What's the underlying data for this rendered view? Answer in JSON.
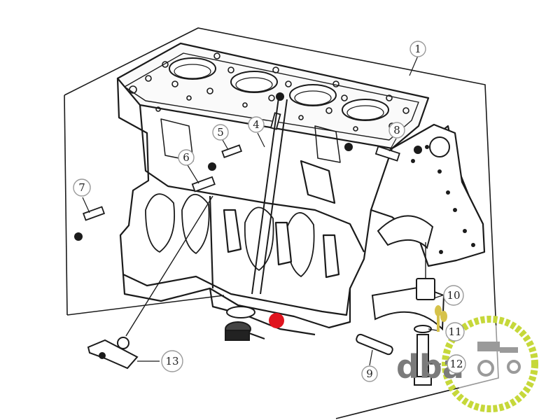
{
  "callouts": [
    {
      "id": "1",
      "label": "1"
    },
    {
      "id": "4",
      "label": "4"
    },
    {
      "id": "5",
      "label": "5"
    },
    {
      "id": "6",
      "label": "6"
    },
    {
      "id": "7",
      "label": "7"
    },
    {
      "id": "8",
      "label": "8"
    },
    {
      "id": "9",
      "label": "9"
    },
    {
      "id": "10",
      "label": "10"
    },
    {
      "id": "11",
      "label": "11"
    },
    {
      "id": "12",
      "label": "12"
    },
    {
      "id": "13",
      "label": "13"
    }
  ],
  "logo": {
    "text": "dba",
    "ring_color": "#c6d83a",
    "text_color": "#7b7b7b"
  },
  "colors": {
    "line": "#1b1b1b",
    "marker": "#e0141e",
    "callout_ring": "#9a9a9a"
  }
}
